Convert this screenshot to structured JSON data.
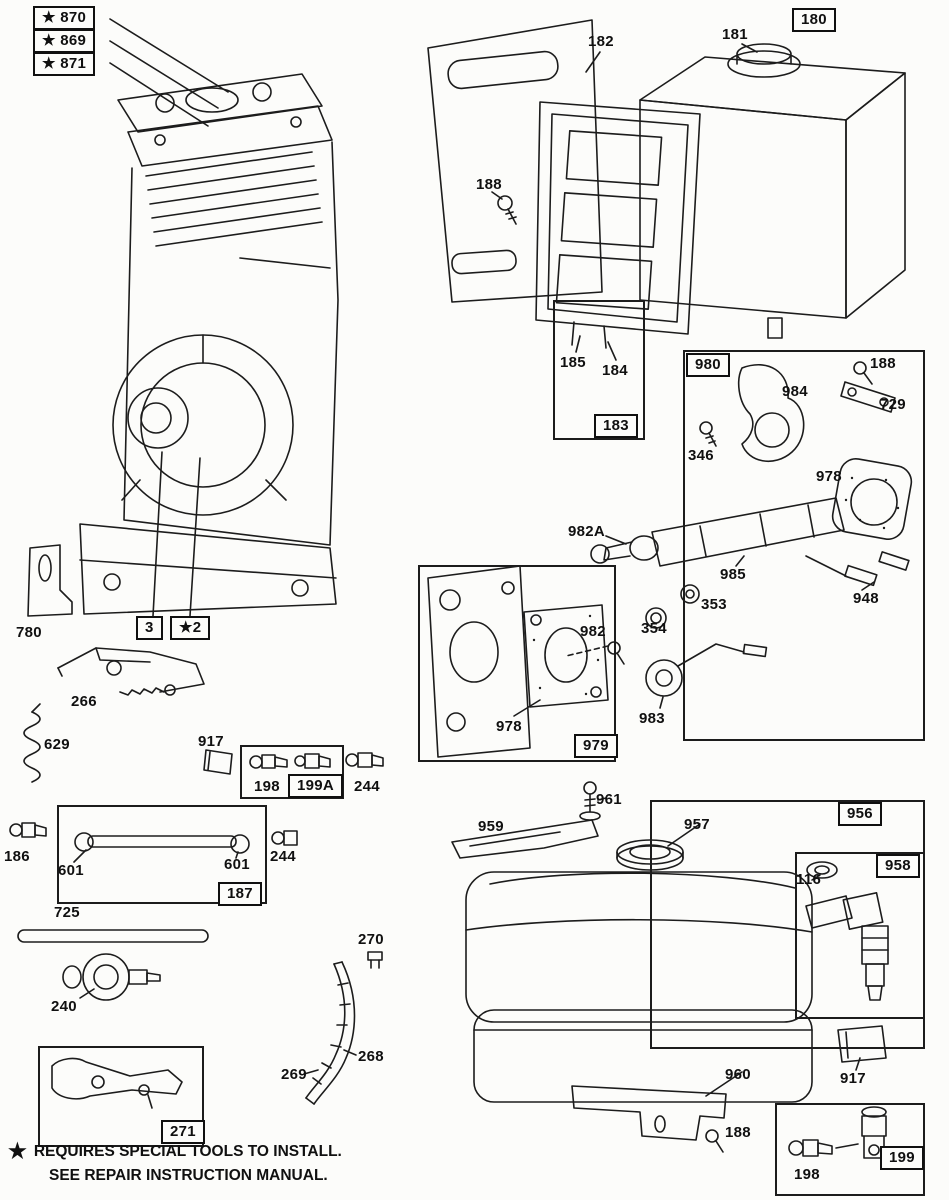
{
  "diagram": {
    "footnote": {
      "star": "★",
      "line1": "REQUIRES SPECIAL TOOLS TO INSTALL.",
      "line2": "SEE REPAIR INSTRUCTION MANUAL."
    },
    "labels": {
      "star870": "★ 870",
      "star869": "★ 869",
      "star871": "★ 871",
      "n182": "182",
      "n181": "181",
      "n180": "180",
      "n188_air_cleaner": "188",
      "n185": "185",
      "n184": "184",
      "n183": "183",
      "n980": "980",
      "n984": "984",
      "n188_bracket": "188",
      "n729": "729",
      "n346": "346",
      "n978_control": "978",
      "n982A": "982A",
      "n985": "985",
      "n353": "353",
      "n354": "354",
      "n948": "948",
      "n982": "982",
      "n983": "983",
      "n978_plate": "978",
      "n979": "979",
      "n780": "780",
      "n3": "3",
      "star2": "★2",
      "n266": "266",
      "n629": "629",
      "n917_left": "917",
      "n198_top": "198",
      "n199A": "199A",
      "n244_top": "244",
      "n186": "186",
      "n601_left": "601",
      "n601_right": "601",
      "n244_mid": "244",
      "n187": "187",
      "n725": "725",
      "n240": "240",
      "n270": "270",
      "n268": "268",
      "n269": "269",
      "n271": "271",
      "n961": "961",
      "n959": "959",
      "n957": "957",
      "n956": "956",
      "n116": "116",
      "n958": "958",
      "n960": "960",
      "n917_right": "917",
      "n188_tank": "188",
      "n198_bottom": "198",
      "n199": "199"
    }
  }
}
